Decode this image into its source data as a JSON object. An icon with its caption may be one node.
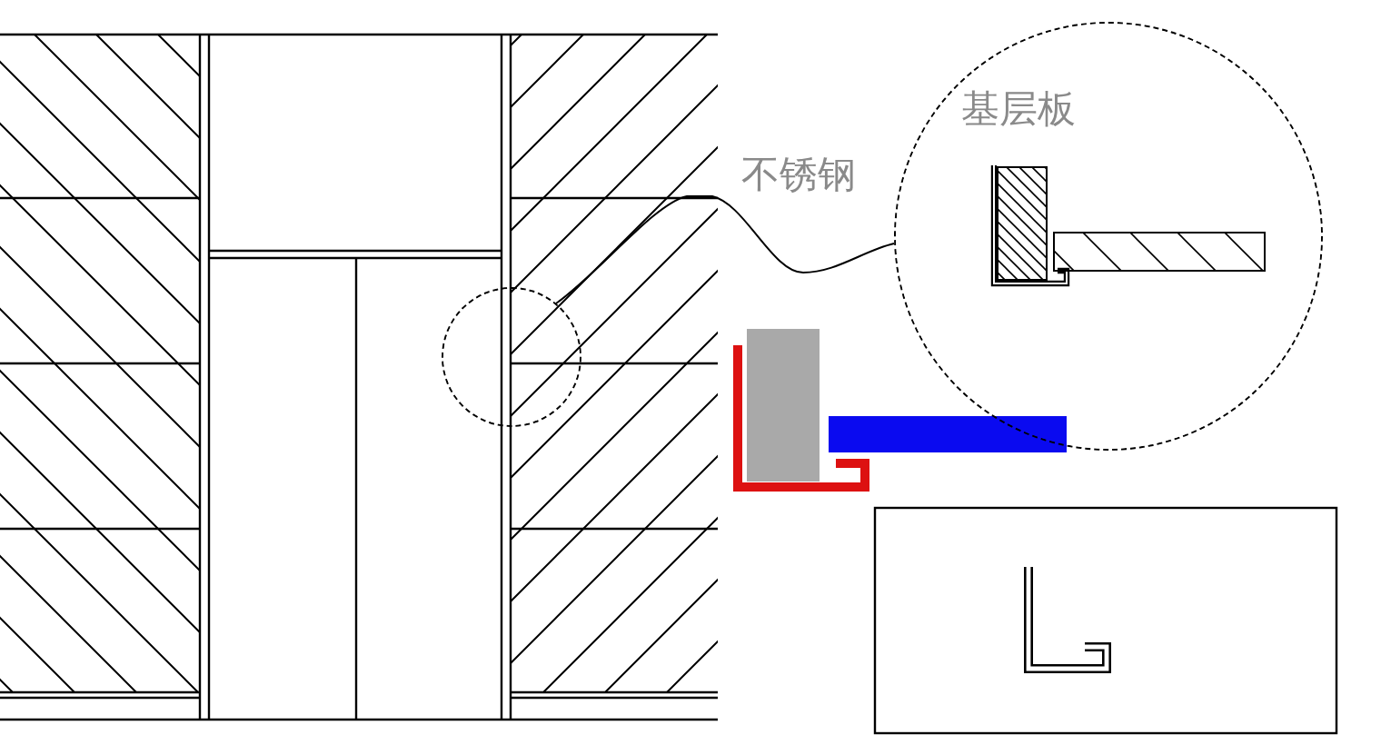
{
  "diagram": {
    "nodes": [
      {
        "text": [],
        "shape": "circle"
      },
      {
        "text": [
          "基层板"
        ]
      }
    ],
    "edges": [
      {
        "from": 0,
        "to": 1,
        "arrow": "none",
        "label": "不锈钢"
      }
    ]
  }
}
